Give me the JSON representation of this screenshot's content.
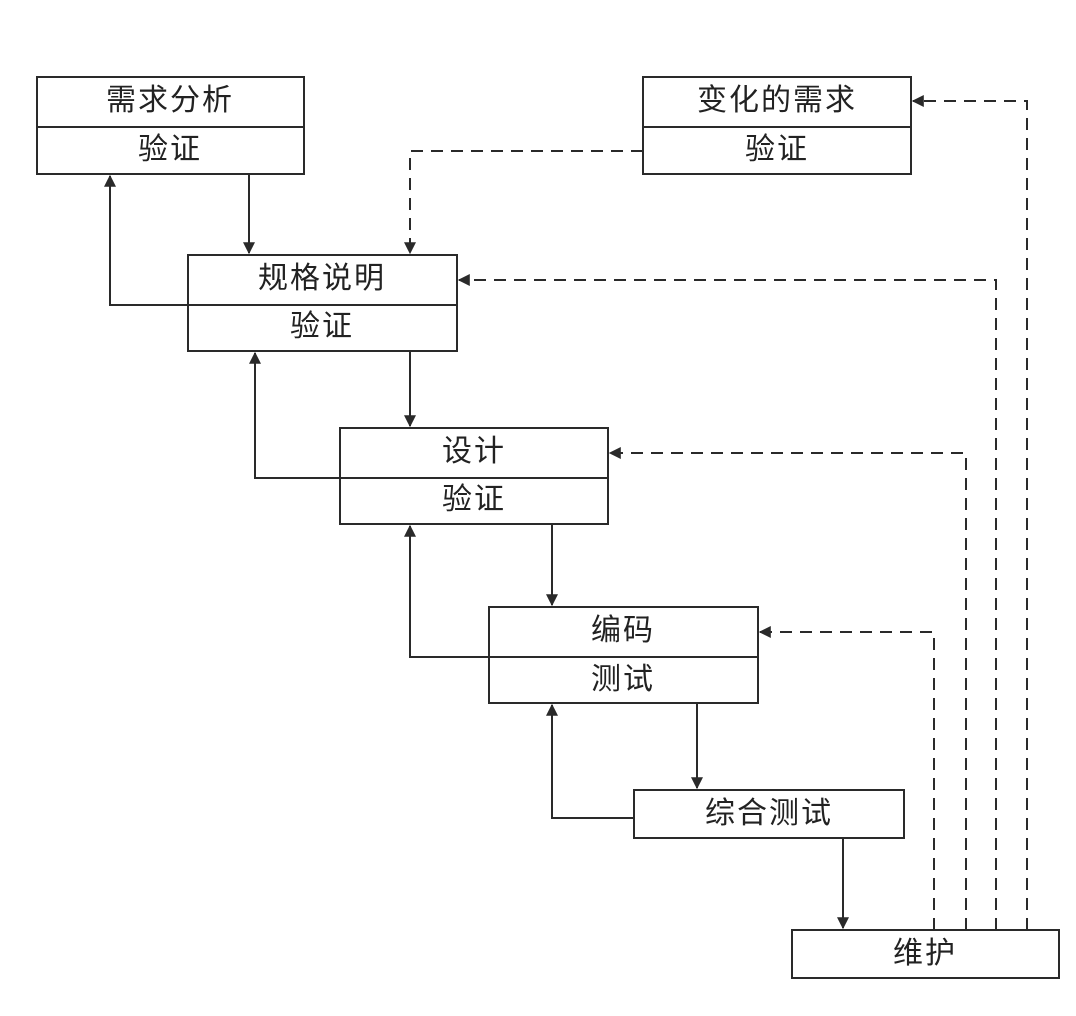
{
  "diagram": {
    "boxes": {
      "requirements_analysis": {
        "title": "需求分析",
        "sub": "验证"
      },
      "changed_requirements": {
        "title": "变化的需求",
        "sub": "验证"
      },
      "specification": {
        "title": "规格说明",
        "sub": "验证"
      },
      "design": {
        "title": "设计",
        "sub": "验证"
      },
      "coding": {
        "title": "编码",
        "sub": "测试"
      },
      "integration_test": {
        "title": "综合测试"
      },
      "maintenance": {
        "title": "维护"
      }
    }
  }
}
